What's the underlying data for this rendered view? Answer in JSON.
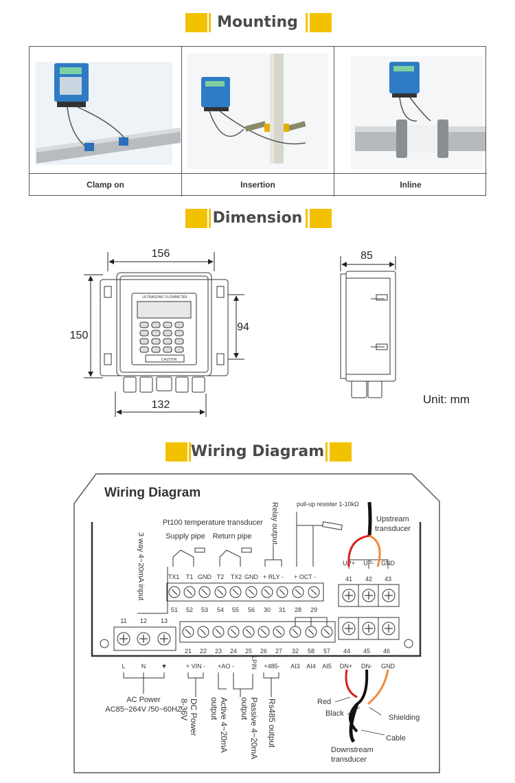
{
  "sections": {
    "mounting": "Mounting",
    "dimension": "Dimension",
    "wiring": "Wiring Diagram"
  },
  "colors": {
    "accent": "#f2c200",
    "frame": "#555555",
    "red_wire": "#d62020",
    "orange_wire": "#f08a3a"
  },
  "mounting": {
    "captions": [
      "Clamp on",
      "Insertion",
      "Inline"
    ]
  },
  "dimension": {
    "front_width": "156",
    "front_height": "150",
    "inner_height": "94",
    "bottom_width": "132",
    "side_depth": "85",
    "unit": "Unit: mm",
    "device_label": "ULTRASONIC FLOWMETER",
    "caution_label": "CAUTION"
  },
  "wiring": {
    "title": "Wiring Diagram",
    "pt100": "Pt100 temperature transducer",
    "supply_pipe": "Supply pipe",
    "return_pipe": "Return pipe",
    "relay_output": "Relay output",
    "pullup": "pull-up resister 1-10kΩ",
    "three_way": "3 way 4~20mA input",
    "upstream": "Upstream transducer",
    "upstream_l1": "Upstream",
    "upstream_l2": "transducer",
    "top_labels": [
      "TX1",
      "T1",
      "GND",
      "T2",
      "TX2",
      "GND",
      "+ RLY -",
      "+ OCT -"
    ],
    "top_numbers": [
      "51",
      "52",
      "53",
      "54",
      "55",
      "56",
      "30",
      "31",
      "28",
      "29"
    ],
    "right_top_labels": [
      "UP+",
      "UP-",
      "GND"
    ],
    "right_top_numbers": [
      "41",
      "42",
      "43"
    ],
    "left_numbers": [
      "11",
      "12",
      "13"
    ],
    "bottom_numbers": [
      "21",
      "22",
      "23",
      "24",
      "25",
      "26",
      "27",
      "32",
      "58",
      "57",
      "44",
      "45",
      "46"
    ],
    "bottom_labels": [
      "L",
      "N",
      "▼",
      "+ VIN -",
      "+AO -",
      "LPIN",
      "+485-",
      "AI3",
      "AI4",
      "AI5",
      "DN+",
      "DN-",
      "GND"
    ],
    "ac_power": "AC Power",
    "ac_range": "AC85~264V /50~60HZ",
    "dc_power": "DC Power",
    "dc_range": "8-36V",
    "active": "Active 4~20mA",
    "active_out": "output",
    "passive": "Passive 4~20mA",
    "passive_out": "output",
    "rs485": "Rs485 output",
    "red": "Red",
    "black": "Black",
    "shielding": "Shielding",
    "cable": "Cable",
    "downstream": "Downstream transducer",
    "downstream_l1": "Downstream",
    "downstream_l2": "transducer"
  }
}
